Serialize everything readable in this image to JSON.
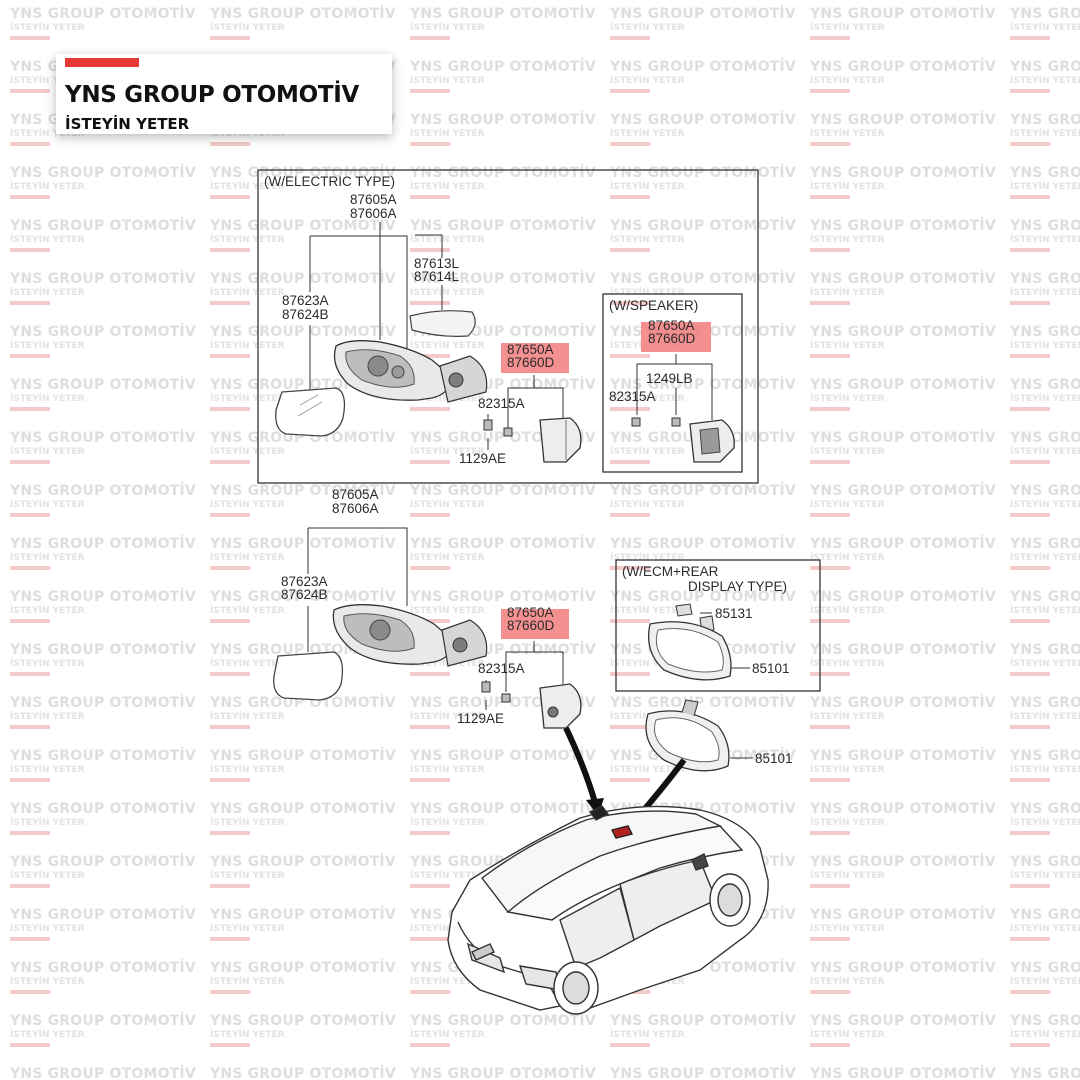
{
  "brand": {
    "name": "YNS GROUP OTOMOTİV",
    "slogan": "İSTEYİN YETER",
    "accent_color": "#e53935"
  },
  "watermark": {
    "line1": "YNS GROUP OTOMOTİV",
    "line2": "İSTEYİN YETER"
  },
  "sections": {
    "electric": {
      "title": "(W/ELECTRIC TYPE)",
      "labels": {
        "housing_a": "87605A",
        "housing_b": "87606A",
        "repeater_a": "87613L",
        "repeater_b": "87614L",
        "glass_a": "87623A",
        "glass_b": "87624B",
        "cover_a": "87650A",
        "cover_b": "87660D",
        "screw": "82315A",
        "bolt": "1129AE"
      }
    },
    "speaker": {
      "title": "(W/SPEAKER)",
      "labels": {
        "cover_a": "87650A",
        "cover_b": "87660D",
        "speaker": "1249LB",
        "screw": "82315A"
      }
    },
    "manual": {
      "labels": {
        "housing_a": "87605A",
        "housing_b": "87606A",
        "glass_a": "87623A",
        "glass_b": "87624B",
        "cover_a": "87650A",
        "cover_b": "87660D",
        "screw": "82315A",
        "bolt": "1129AE"
      }
    },
    "ecm": {
      "title_line1": "(W/ECM+REAR",
      "title_line2": "DISPLAY TYPE)",
      "labels": {
        "clip": "85131",
        "mirror": "85101"
      }
    },
    "interior": {
      "labels": {
        "mirror": "85101"
      }
    }
  }
}
